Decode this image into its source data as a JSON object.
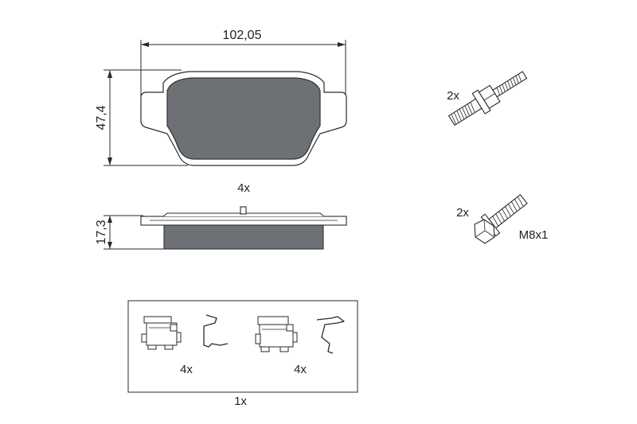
{
  "colors": {
    "line": "#2a2a2a",
    "pad_fill": "#6d7175",
    "pad_outline": "#333333",
    "bolt_fill": "#ffffff",
    "background": "#ffffff"
  },
  "pad": {
    "width_dimension": "102,05",
    "height_dimension": "47,4",
    "thickness_dimension": "17,3",
    "quantity": "4x"
  },
  "hardware": {
    "stud_bolt_quantity": "2x",
    "bolt_quantity": "2x",
    "bolt_thread": "M8x1"
  },
  "accessory_kit": {
    "clip_a_quantity": "4x",
    "clip_b_quantity": "4x",
    "kit_quantity": "1x"
  },
  "icons": [
    "brake-pad-front-view",
    "brake-pad-side-view",
    "stud-bolt",
    "hex-flange-bolt",
    "anti-rattle-clip",
    "spring-clip"
  ]
}
